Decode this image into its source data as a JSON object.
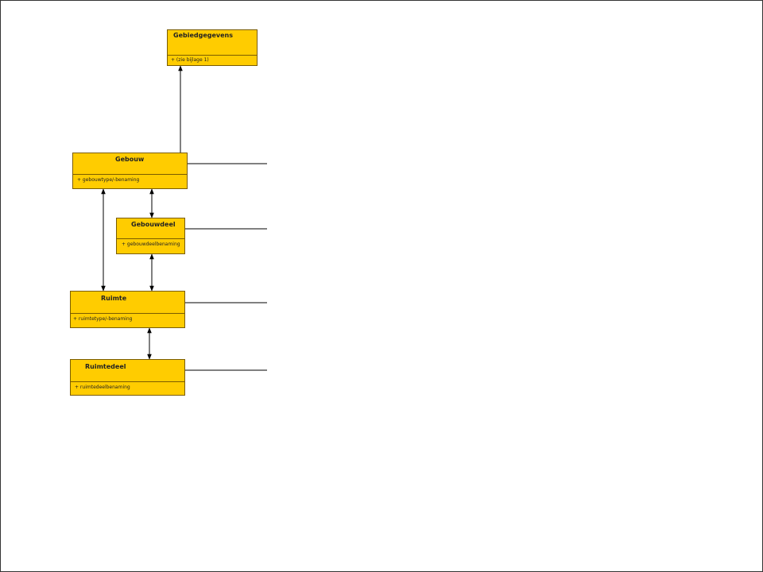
{
  "diagram": {
    "classes": [
      {
        "id": "gebiedgegevens",
        "name": "Gebiedgegevens",
        "attribute": "+ (zie bijlage 1)"
      },
      {
        "id": "gebouw",
        "name": "Gebouw",
        "attribute": "+ gebouwtype/-benaming"
      },
      {
        "id": "gebouwdeel",
        "name": "Gebouwdeel",
        "attribute": "+ gebouwdeelbenaming"
      },
      {
        "id": "ruimte",
        "name": "Ruimte",
        "attribute": "+ ruimtetype/-benaming"
      },
      {
        "id": "ruimtedeel",
        "name": "Ruimtedeel",
        "attribute": "+ ruimtedeelbenaming"
      }
    ],
    "relations": [
      {
        "from": "gebouw",
        "to": "gebiedgegevens",
        "kind": "directed"
      },
      {
        "from": "gebouw",
        "to": "gebouwdeel",
        "kind": "bidirectional"
      },
      {
        "from": "gebouw",
        "to": "ruimte",
        "kind": "bidirectional"
      },
      {
        "from": "gebouwdeel",
        "to": "ruimte",
        "kind": "bidirectional"
      },
      {
        "from": "ruimte",
        "to": "ruimtedeel",
        "kind": "bidirectional"
      }
    ],
    "colors": {
      "class_fill": "#ffcc00",
      "class_border": "#7a5c00",
      "line": "#000000"
    }
  }
}
